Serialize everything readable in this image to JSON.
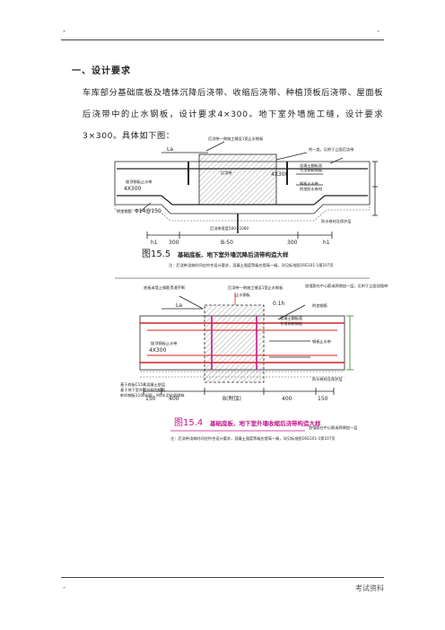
{
  "header": {
    "left_mark": "-",
    "right_mark": "-"
  },
  "footer": {
    "left_mark": "-",
    "right_text": "考试资料"
  },
  "section": {
    "title": "一、设计要求",
    "paragraph": "车库部分基础底板及墙体沉降后浇带、收缩后浇带、种植顶板后浇带、屋面板后浇带中的止水钢板，设计要求4×300。地下室外墙施工缝，设计要求3×300。具体如下图："
  },
  "figure1": {
    "la": "La",
    "note_top_left": "后浇带一侧施工缝设1宽止水钢板",
    "note_top_right": "附一类，见附于立面后浇带",
    "dim_left": "4X300",
    "dim_right": "4X300",
    "note_left_mid": "坡顶钢板止水带",
    "note_mid": "后浇带",
    "note_right_1": "混凝土翻板面",
    "note_right_2": "专用倒碗钢板",
    "note_right_3": "钢板止水带",
    "note_right_4": "附加防水卷材",
    "note_bottom_left": "附加钢筋",
    "rebar_spec": "Φ14@150",
    "note_bottom_right": "防水卷材及保护层",
    "dims_bottom": [
      "h1",
      "300",
      "B-50",
      "300",
      "h1"
    ],
    "fig_no": "图15.5",
    "fig_title": "基础底板、地下室外墙沉降后浇带构造大样",
    "fig_caption": "注：后浇带浇筑时间应符合设计要求，混凝土强度等级应提高一级，详见标准图16G101-1第107页",
    "dim_bracket": "后浇带宽度500~1000"
  },
  "figure2": {
    "note_top_left": "底板或墙上钢筋贯通不断",
    "note_top_mid": "后浇带一侧施工缝设1宽止水钢板",
    "note_top_right_1": "止水钢板",
    "note_top_right_2": "加强筋在中心筋或两侧加一层，见附于立面加强带",
    "la": "La",
    "dim_h": "0.1h",
    "note_right_1": "混凝土翻板面",
    "note_right_2": "专用倒碗钢板",
    "note_right_3": "附加钢筋",
    "note_right_4": "钢板止水带",
    "note_left_mid": "坡顶钢板止水带",
    "dim_left": "4X300",
    "note_bottom_left_1": "基于底板C15素混凝土垫层",
    "note_bottom_left_2": "基于地下室外墙外侧为钢筋",
    "note_bottom_left_3": "Φ40钢板1100间距，M5水泥砂浆砌筑",
    "dims_bottom": [
      "150",
      "400",
      "B(附加)",
      "400",
      "150"
    ],
    "note_bottom_right": "防水卷材及保护层",
    "fig_no": "图15.4",
    "fig_title": "基础底板、地下室外墙收缩后浇带构造大样",
    "fig_caption": "注：后浇带浇筑时间应符合设计要求，混凝土强度等级应提高一级，详见标准图16G101-1第107页",
    "side_note": "加强筋在中心筋或两侧加一层"
  },
  "colors": {
    "line": "#222222",
    "red": "#d42020",
    "magenta": "#c0188a",
    "green": "#2a8a2a",
    "hatch": "#555555"
  }
}
